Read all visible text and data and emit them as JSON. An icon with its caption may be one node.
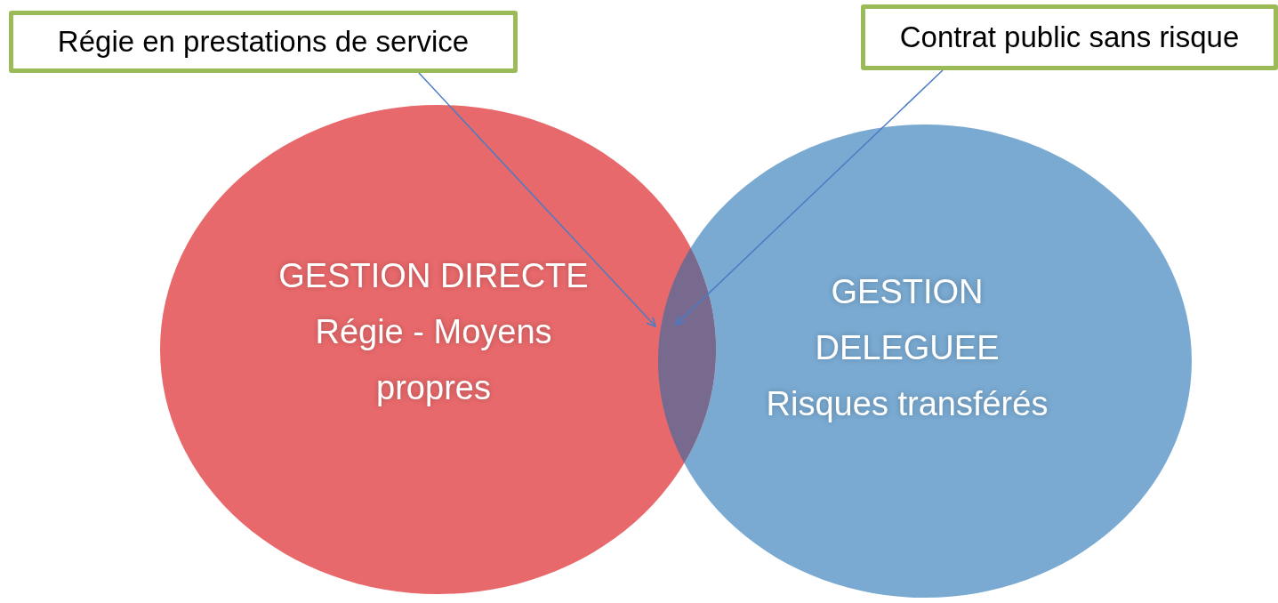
{
  "diagram": {
    "nodes": [
      {
        "text": [
          "Régie en prestations de service"
        ]
      },
      {
        "text": [
          "Contrat public sans risque"
        ]
      },
      {
        "text": [
          "GESTION DIRECTE",
          "Régie - Moyens propres"
        ]
      },
      {
        "text": [
          "GESTION DELEGUEE",
          "Risques transférés"
        ]
      },
      {
        "text": [],
        "shape": "lens"
      }
    ],
    "edges": [
      {
        "from": 0,
        "to": 4,
        "arrow": "to"
      },
      {
        "from": 1,
        "to": 4,
        "arrow": "to"
      }
    ]
  }
}
